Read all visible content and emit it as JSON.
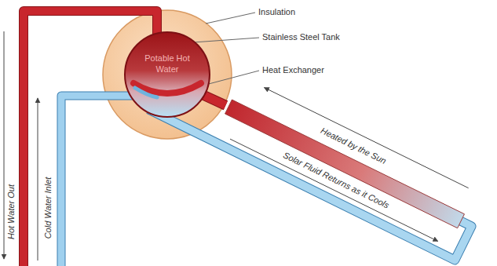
{
  "diagram": {
    "nodes": [
      {
        "text": [
          "Potable Hot Water"
        ]
      }
    ],
    "labels": [
      "Insulation",
      "Stainless Steel Tank",
      "Heat Exchanger",
      "Heated by the Sun",
      "Solar Fluid Returns as it Cools",
      "Hot Water Out",
      "Cold Water Inlet"
    ]
  }
}
